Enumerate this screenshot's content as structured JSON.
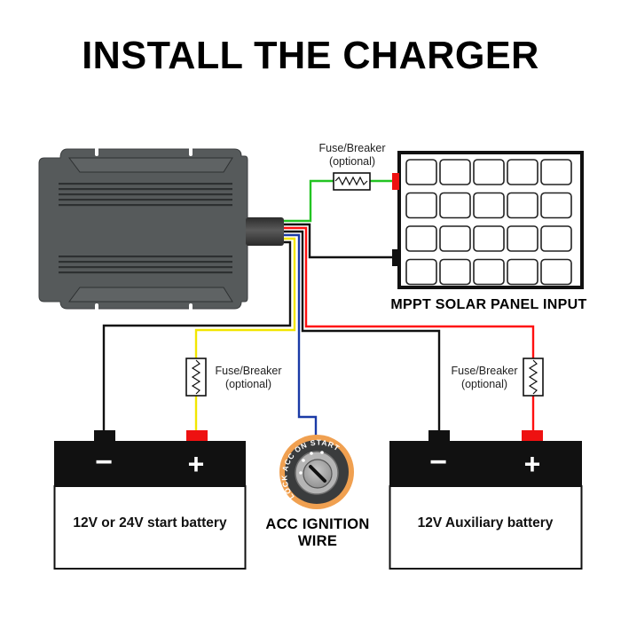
{
  "title": "INSTALL THE CHARGER",
  "colors": {
    "wire_green": "#22c422",
    "wire_red": "#ff1010",
    "wire_black": "#111111",
    "wire_yellow": "#f2e600",
    "wire_blue": "#1a3aa6",
    "charger_body": "#55595a",
    "terminal_positive": "#ee1111",
    "ignition_ring": "#f0a050"
  },
  "solar_panel": {
    "label": "MPPT SOLAR PANEL INPUT",
    "cell_rows": 4,
    "cell_cols": 5,
    "fuse": {
      "line1": "Fuse/Breaker",
      "line2": "(optional)"
    }
  },
  "start_battery": {
    "label": "12V or 24V start battery",
    "negative_symbol": "−",
    "positive_symbol": "+",
    "fuse": {
      "line1": "Fuse/Breaker",
      "line2": "(optional)"
    }
  },
  "aux_battery": {
    "label": "12V Auxiliary battery",
    "negative_symbol": "−",
    "positive_symbol": "+",
    "fuse": {
      "line1": "Fuse/Breaker",
      "line2": "(optional)"
    }
  },
  "ignition": {
    "label_line1": "ACC IGNITION",
    "label_line2": "WIRE",
    "positions": [
      "LOCK",
      "ACC",
      "ON",
      "START"
    ]
  }
}
